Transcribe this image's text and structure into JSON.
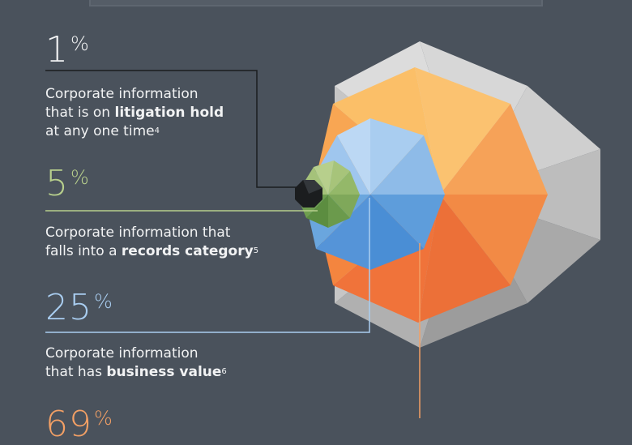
{
  "stats": [
    {
      "value": "1",
      "unit": "%",
      "color": "#f1f2f3",
      "desc_lines": [
        {
          "pre": "Corporate information",
          "bold": "",
          "post": "",
          "sup": ""
        },
        {
          "pre": "that is on ",
          "bold": "litigation hold",
          "post": "",
          "sup": ""
        },
        {
          "pre": "at any one time",
          "bold": "",
          "post": "",
          "sup": "4"
        }
      ]
    },
    {
      "value": "5",
      "unit": "%",
      "color": "#b7cf8c",
      "desc_lines": [
        {
          "pre": "Corporate information that",
          "bold": "",
          "post": "",
          "sup": ""
        },
        {
          "pre": "falls into a ",
          "bold": "records category",
          "post": "",
          "sup": "5"
        }
      ]
    },
    {
      "value": "25",
      "unit": "%",
      "color": "#a9cdf0",
      "desc_lines": [
        {
          "pre": "Corporate information",
          "bold": "",
          "post": "",
          "sup": ""
        },
        {
          "pre": "that has ",
          "bold": "business value",
          "post": "",
          "sup": "6"
        }
      ]
    },
    {
      "value": "69",
      "unit": "%",
      "color": "#f3a065",
      "desc_lines": []
    }
  ],
  "colors": {
    "background": "#4a525c",
    "gray_octagon": "#c9c9c9",
    "orange_octagon": "#f28a45",
    "blue_octagon": "#6aa6de",
    "green_octagon": "#7fa85a",
    "black_octagon": "#1b1d1f"
  }
}
